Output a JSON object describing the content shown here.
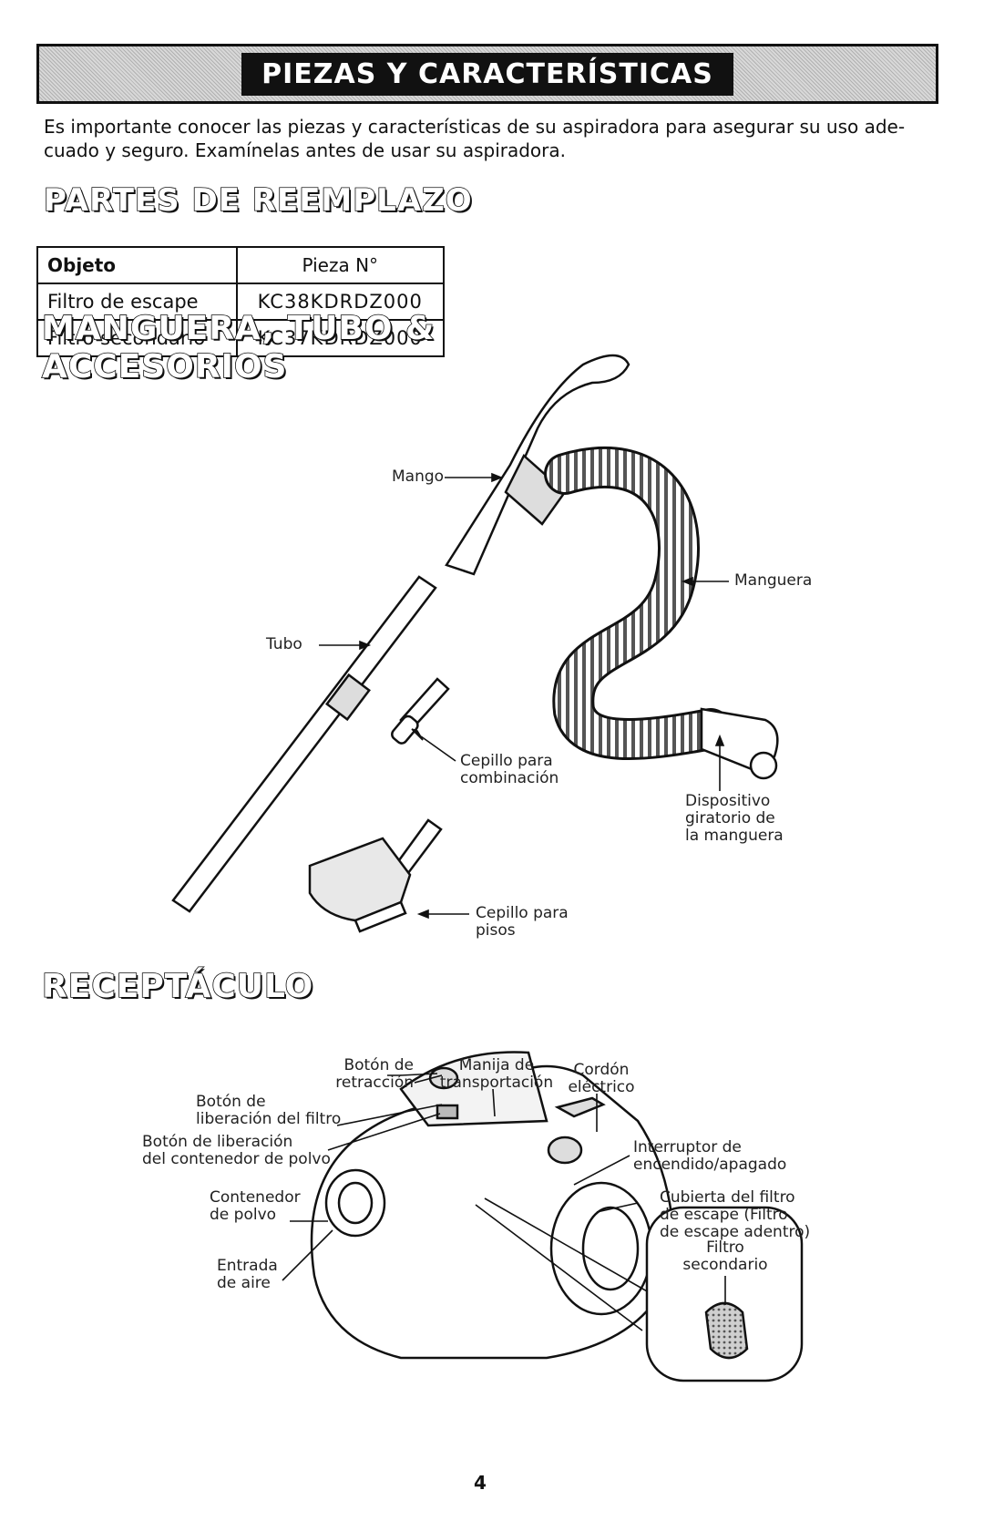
{
  "header": {
    "title": "PIEZAS Y CARACTERÍSTICAS"
  },
  "intro": {
    "line1": "Es importante conocer las piezas y características de su aspiradora para asegurar su uso ade-",
    "line2": "cuado y seguro. Examínelas antes de usar su aspiradora."
  },
  "replacement": {
    "heading": "PARTES DE REEMPLAZO",
    "col_item": "Objeto",
    "col_part": "Pieza N°",
    "rows": [
      {
        "item": "Filtro de escape",
        "part": "KC38KDRDZ000"
      },
      {
        "item": "Filtro secondario",
        "part": "KC37KDRDZ000"
      }
    ]
  },
  "hose": {
    "heading_line1": "MANGUERA, TUBO &",
    "heading_line2": "ACCESORIOS",
    "labels": {
      "handle": "Mango",
      "hose": "Manguera",
      "tube": "Tubo",
      "combo_brush_1": "Cepillo para",
      "combo_brush_2": "combinación",
      "swivel_1": "Dispositivo",
      "swivel_2": "giratorio de",
      "swivel_3": "la manguera",
      "floor_brush_1": "Cepillo para",
      "floor_brush_2": "pisos"
    }
  },
  "canister": {
    "heading": "RECEPTÁCULO",
    "labels": {
      "retract_1": "Botón de",
      "retract_2": "retracción",
      "carry_1": "Manija de",
      "carry_2": "transportación",
      "cord_1": "Cordón",
      "cord_2": "eléctrico",
      "filter_release_1": "Botón de",
      "filter_release_2": "liberación del filtro",
      "dust_release_1": "Botón de liberación",
      "dust_release_2": "del contenedor de polvo",
      "switch_1": "Interruptor de",
      "switch_2": "encendido/apagado",
      "dust_cup_1": "Contenedor",
      "dust_cup_2": "de polvo",
      "exhaust_1": "Cubierta del filtro",
      "exhaust_2": "de escape (Filtro",
      "exhaust_3": "de escape adentro)",
      "inlet_1": "Entrada",
      "inlet_2": "de aire",
      "secondary_1": "Filtro",
      "secondary_2": "secondario"
    }
  },
  "page_number": "4"
}
